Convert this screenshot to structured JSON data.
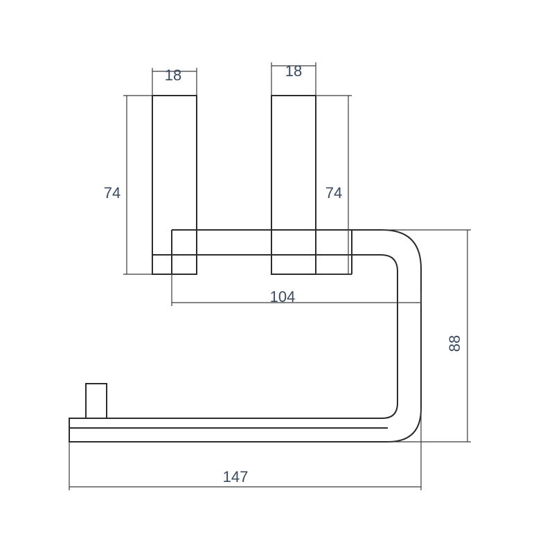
{
  "dimensions": {
    "left_post_width": "18",
    "right_post_width": "18",
    "left_post_height": "74",
    "right_post_height": "74",
    "arm_inner_length": "104",
    "overall_height": "88",
    "overall_length": "147"
  },
  "colors": {
    "line": "#2b2b2b",
    "dimension_text": "#3c4a5e",
    "background": "#ffffff"
  }
}
